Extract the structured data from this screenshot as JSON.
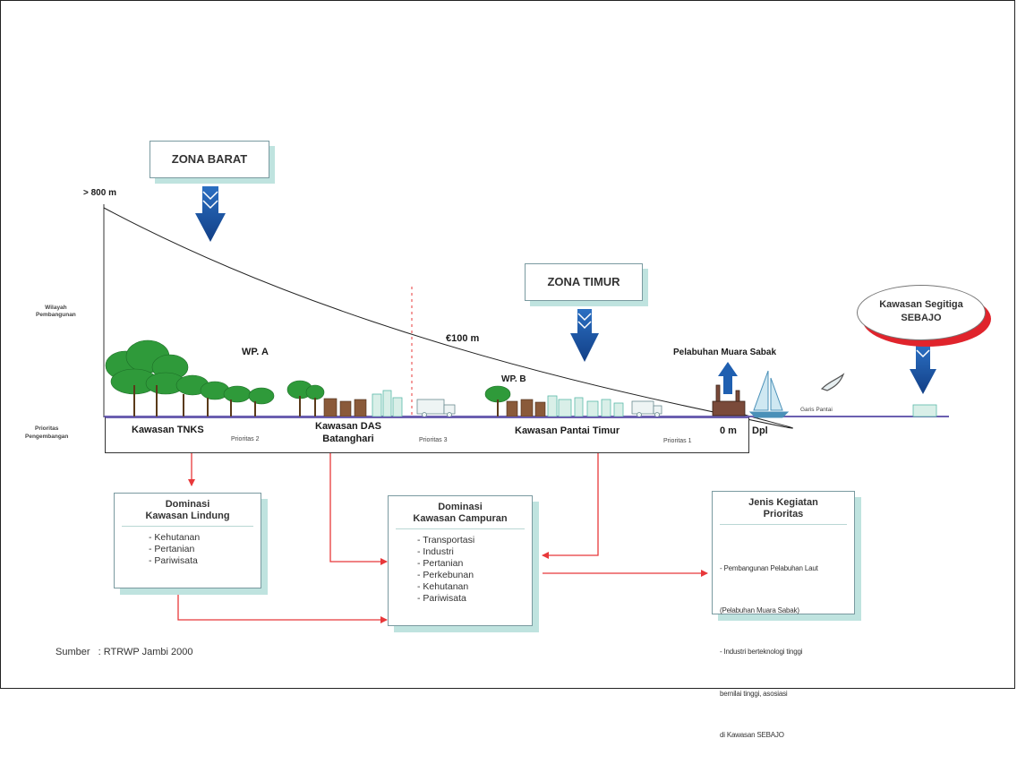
{
  "zones": {
    "barat": "ZONA BARAT",
    "timur": "ZONA TIMUR"
  },
  "elevation": {
    "top": "> 800 m",
    "mid": "€100 m",
    "zero": "0 m",
    "dpl": "Dpl"
  },
  "left_labels": {
    "wilayah": [
      "Wilayah",
      "Pembangunan"
    ],
    "prioritas": [
      "Prioritas",
      "Pengembangan"
    ]
  },
  "wp": {
    "a": "WP. A",
    "b": "WP. B"
  },
  "kawasan": {
    "tnks": "Kawasan TNKS",
    "das": [
      "Kawasan DAS",
      "Batanghari"
    ],
    "pantai": "Kawasan Pantai Timur"
  },
  "prioritas": {
    "p2": "Prioritas 2",
    "p3": "Prioritas 3",
    "p1": "Prioritas 1"
  },
  "landmarks": {
    "pelabuhan": "Pelabuhan Muara Sabak",
    "garis_pantai": "Garis Pantai",
    "sebajo": [
      "Kawasan Segitiga",
      "SEBAJO"
    ]
  },
  "boxes": {
    "lindung": {
      "title": [
        "Dominasi",
        "Kawasan Lindung"
      ],
      "items": [
        "- Kehutanan",
        "- Pertanian",
        "- Pariwisata"
      ]
    },
    "campuran": {
      "title": [
        "Dominasi",
        "Kawasan Campuran"
      ],
      "items": [
        "- Transportasi",
        "- Industri",
        "- Pertanian",
        "- Perkebunan",
        "- Kehutanan",
        "- Pariwisata"
      ]
    },
    "kegiatan": {
      "title": [
        "Jenis Kegiatan",
        "Prioritas"
      ],
      "items": [
        "- Pembangunan Pelabuhan Laut",
        "  (Pelabuhan Muara Sabak)",
        "- Industri berteknologi tinggi",
        "  bernilai tinggi, asosiasi",
        "  di Kawasan SEBAJO"
      ]
    }
  },
  "source": "Sumber   : RTRWP Jambi 2000",
  "colors": {
    "arrow_blue": "#1f5fb0",
    "connector_red": "#e8383a",
    "teal_shadow": "#bfe3df",
    "ground_purple": "#6b5fb0",
    "sebajo_shadow": "#e0242c"
  }
}
